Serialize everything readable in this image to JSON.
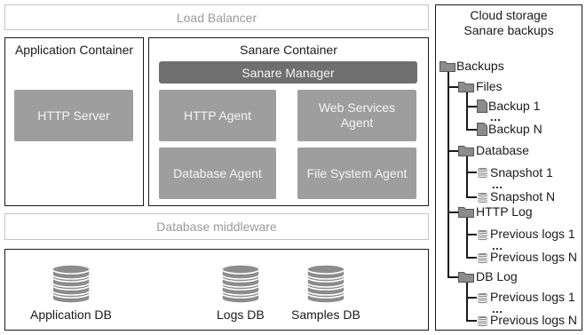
{
  "load_balancer": "Load Balancer",
  "app_container": {
    "title": "Application Container",
    "http_server": "HTTP Server"
  },
  "sanare_container": {
    "title": "Sanare Container",
    "manager": "Sanare Manager",
    "agents": [
      "HTTP Agent",
      "Web Services Agent",
      "Database Agent",
      "File System Agent"
    ]
  },
  "db_middleware": "Database middleware",
  "databases": [
    "Application DB",
    "Logs DB",
    "Samples DB"
  ],
  "cloud": {
    "title_line1": "Cloud storage",
    "title_line2": "Sanare backups",
    "root": "Backups",
    "ellipsis": "...",
    "folders": [
      {
        "name": "Files",
        "items": [
          "Backup 1",
          "Backup N"
        ]
      },
      {
        "name": "Database",
        "items": [
          "Snapshot 1",
          "Snapshot N"
        ]
      },
      {
        "name": "HTTP Log",
        "items": [
          "Previous logs 1",
          "Previous logs N"
        ]
      },
      {
        "name": "DB Log",
        "items": [
          "Previous logs 1",
          "Previous logs N"
        ]
      }
    ]
  },
  "colors": {
    "border": "#1a1a1a",
    "light_border": "#c4c4c4",
    "grey_box": "#9e9e9e",
    "manager_bar": "#6f6f6f",
    "icon_grey": "#8c8c8c"
  }
}
